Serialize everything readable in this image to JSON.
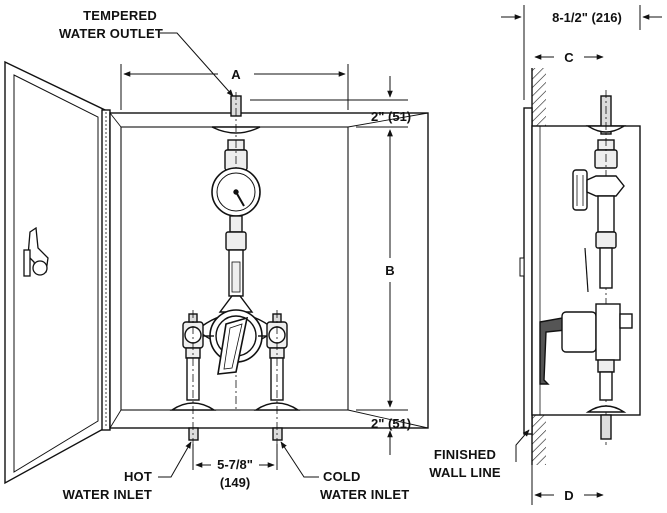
{
  "labels": {
    "tempered_outlet_1": "TEMPERED",
    "tempered_outlet_2": "WATER OUTLET",
    "dim_a": "A",
    "dim_b": "B",
    "dim_c": "C",
    "dim_d": "D",
    "dim_top_gap": "2\" (51)",
    "dim_bottom_gap": "2\" (51)",
    "dim_depth": "8-1/2\" (216)",
    "dim_inlet_spacing_1": "5-7/8\"",
    "dim_inlet_spacing_2": "(149)",
    "hot_inlet_1": "HOT",
    "hot_inlet_2": "WATER INLET",
    "cold_inlet_1": "COLD",
    "cold_inlet_2": "WATER INLET",
    "wall_line_1": "FINISHED",
    "wall_line_2": "WALL LINE"
  },
  "colors": {
    "line": "#111111",
    "fill": "#ffffff",
    "metal": "#e6e6e6",
    "dark": "#333333"
  }
}
